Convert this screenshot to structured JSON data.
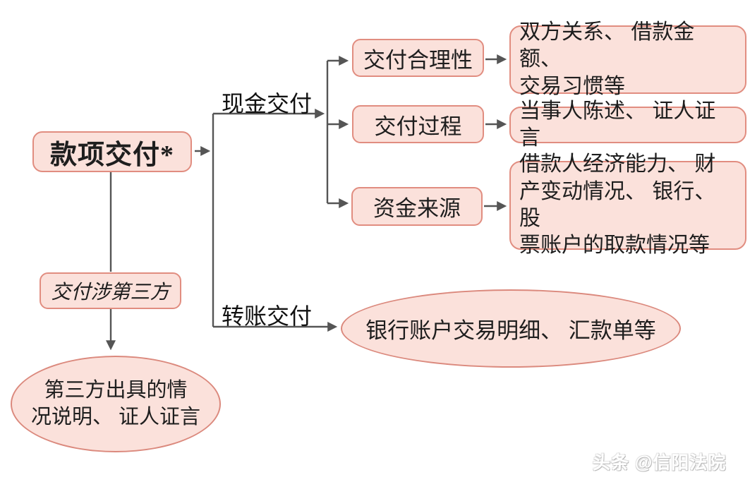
{
  "diagram": {
    "root": {
      "label": "款项交付*"
    },
    "cash_branch": {
      "label": "现金交付",
      "nodes": [
        {
          "label": "交付合理性",
          "evidence": [
            "双方关系、 借款金额、",
            "交易习惯等"
          ]
        },
        {
          "label": "交付过程",
          "evidence": [
            "当事人陈述、 证人证言"
          ]
        },
        {
          "label": "资金来源",
          "evidence": [
            "借款人经济能力、 财",
            "产变动情况、 银行、 股",
            "票账户的取款情况等"
          ]
        }
      ]
    },
    "transfer_branch": {
      "label": "转账交付",
      "evidence": "银行账户交易明细、 汇款单等"
    },
    "third_party_branch": {
      "label": "交付涉第三方",
      "evidence": [
        "第三方出具的情",
        "况说明、 证人证言"
      ]
    }
  },
  "watermark": {
    "text": "头条 @信阳法院"
  },
  "colors": {
    "node_fill": "#FBE1DB",
    "node_border": "#E18D80",
    "connector": "#555555",
    "text": "#1E1E1E",
    "background": "#FFFFFF"
  }
}
